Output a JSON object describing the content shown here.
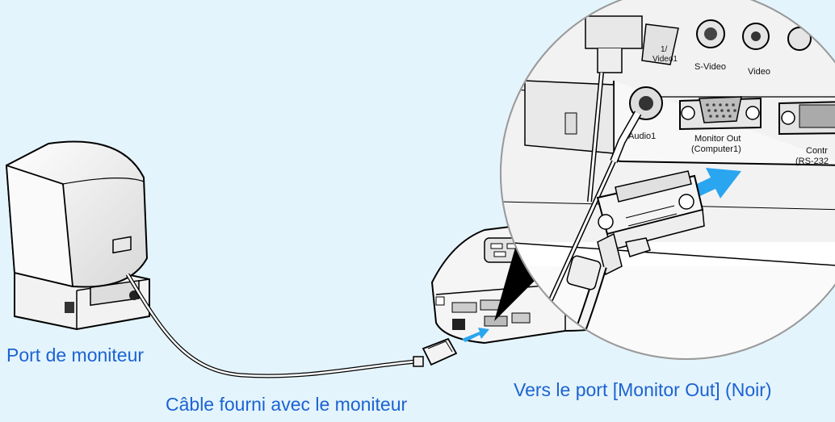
{
  "captions": {
    "monitor_port": "Port de moniteur",
    "supplied_cable": "Câble fourni avec le moniteur",
    "destination": "Vers le port [Monitor Out] (Noir)"
  },
  "zoom_labels": {
    "computer1_video1_partial": "1/\nVideo1",
    "s_video": "S-Video",
    "video": "Video",
    "audio1_partial": "Audio1",
    "monitor_out_line1": "Monitor Out",
    "monitor_out_line2": "(Computer1)",
    "control_partial": "Contr",
    "rs232_partial": "(RS-232"
  },
  "colors": {
    "background": "#e4f4fc",
    "caption_text": "#1b63d3",
    "arrow": "#2aa5f0"
  }
}
